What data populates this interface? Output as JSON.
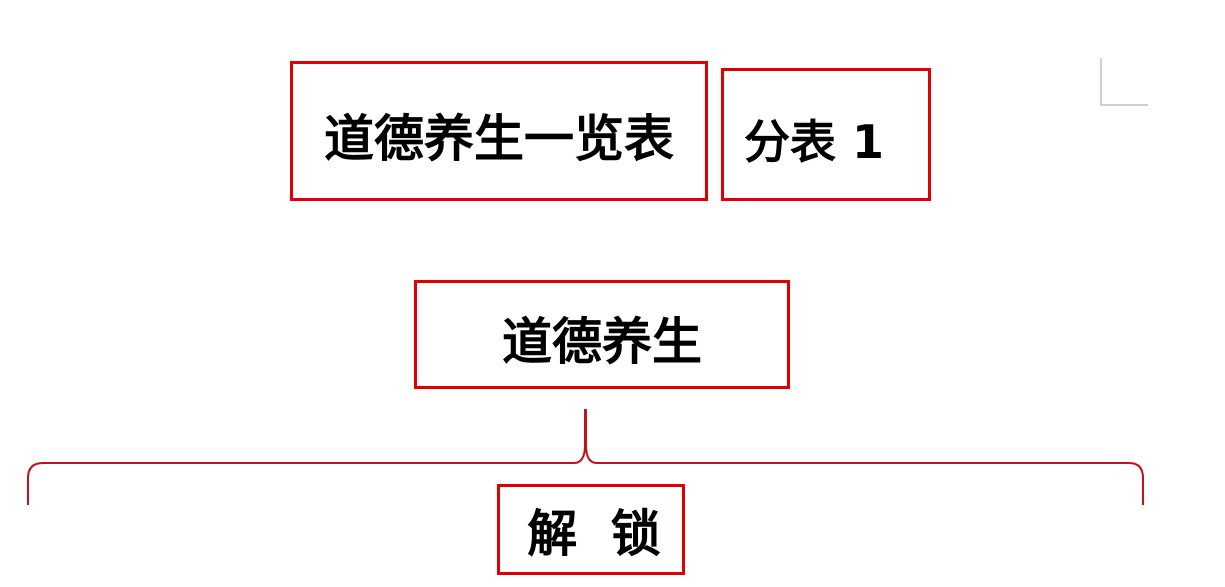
{
  "diagram": {
    "title": "道德养生一览表",
    "subtitle": "分表 1",
    "root_node": "道德养生",
    "child_node": "解 锁"
  },
  "colors": {
    "box_border": "#e00000",
    "brace": "#c0121a",
    "corner_mark": "#b0b0b0",
    "text": "#000000"
  }
}
